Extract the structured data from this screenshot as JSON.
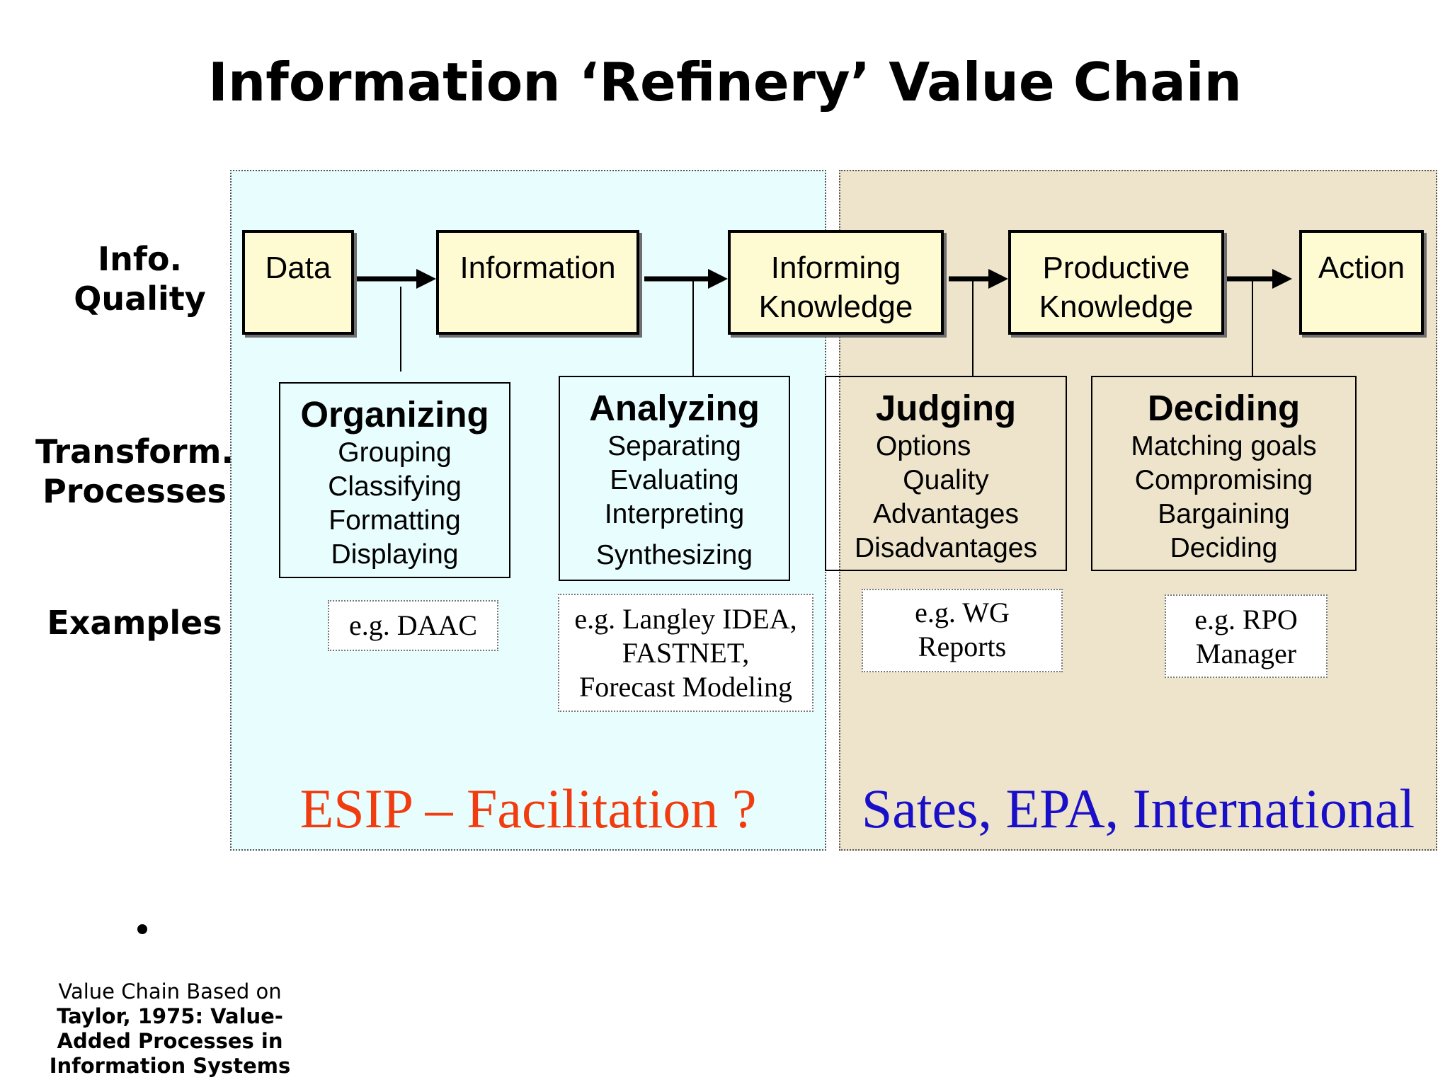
{
  "title": "Information ‘Refinery’ Value Chain",
  "row_labels": {
    "quality": [
      "Info.",
      "Quality"
    ],
    "processes": [
      "Transform.",
      "Processes"
    ],
    "examples": "Examples"
  },
  "stages": [
    {
      "lines": [
        "Data"
      ]
    },
    {
      "lines": [
        "Information"
      ]
    },
    {
      "lines": [
        "Informing",
        "Knowledge"
      ]
    },
    {
      "lines": [
        "Productive",
        "Knowledge"
      ]
    },
    {
      "lines": [
        "Action"
      ]
    }
  ],
  "processes": [
    {
      "title": "Organizing",
      "items": [
        "Grouping",
        "Classifying",
        "Formatting",
        "Displaying"
      ]
    },
    {
      "title": "Analyzing",
      "items": [
        "Separating",
        "Evaluating",
        "Interpreting",
        "Synthesizing"
      ]
    },
    {
      "title": "Judging",
      "items": [
        "Options",
        "Quality",
        "Advantages",
        "Disadvantages"
      ]
    },
    {
      "title": "Deciding",
      "items": [
        "Matching goals",
        "Compromising",
        "Bargaining",
        "Deciding"
      ]
    }
  ],
  "examples": [
    {
      "lines": [
        "e.g. DAAC"
      ]
    },
    {
      "lines": [
        "e.g. Langley IDEA,",
        "FASTNET,",
        "Forecast Modeling"
      ]
    },
    {
      "lines": [
        "e.g. WG",
        "Reports"
      ]
    },
    {
      "lines": [
        "e.g. RPO",
        "Manager"
      ]
    }
  ],
  "zones": {
    "left_label": "ESIP – Facilitation ?",
    "right_label": "Sates, EPA, International"
  },
  "credit": {
    "line1": "Value Chain Based on",
    "line2": "Taylor, 1975: Value-",
    "line3": "Added Processes in",
    "line4": "Information Systems"
  },
  "colors": {
    "left_zone": "#e8fdfe",
    "right_zone": "#ede4cb",
    "stage_fill": "#fefbd2",
    "left_label": "#f03c0f",
    "right_label": "#1a0fc8"
  }
}
